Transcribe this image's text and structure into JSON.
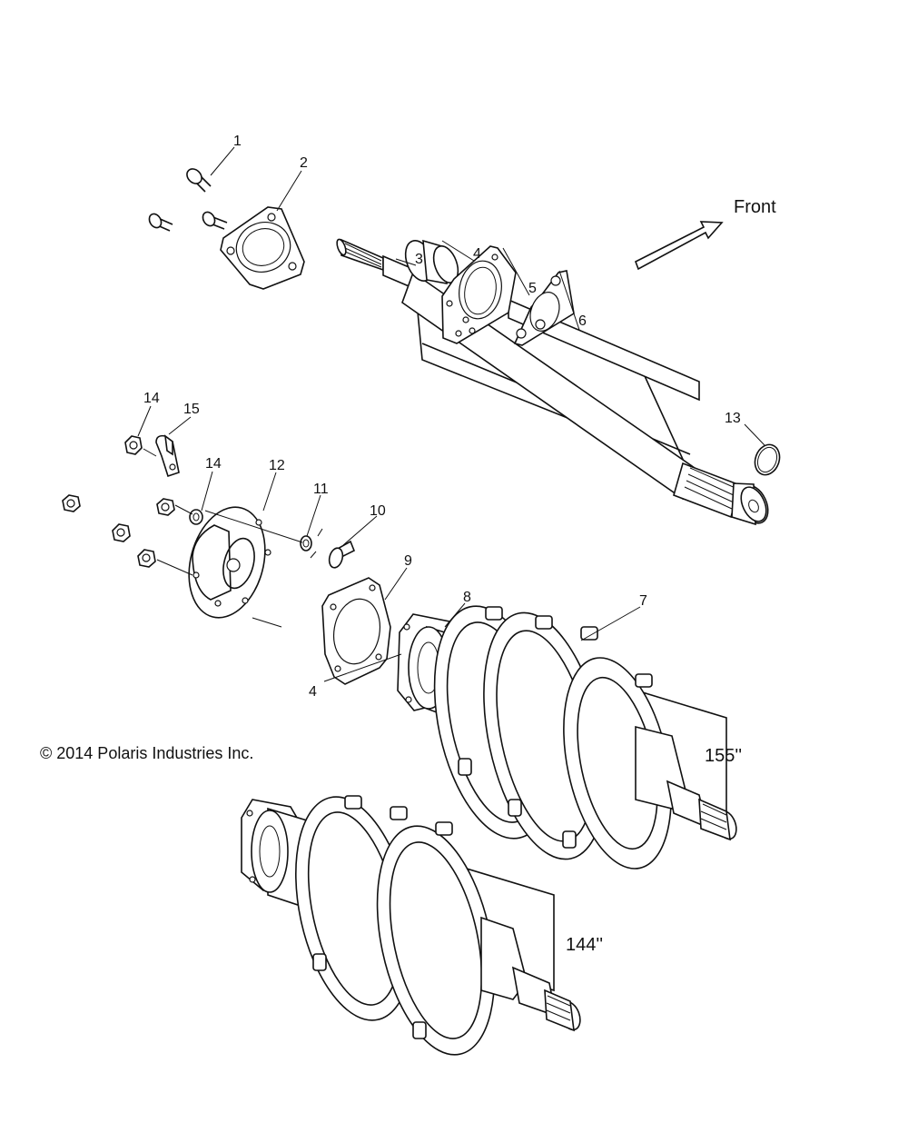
{
  "diagram": {
    "callouts": [
      {
        "id": "c1",
        "text": "1"
      },
      {
        "id": "c2",
        "text": "2"
      },
      {
        "id": "c3",
        "text": "3"
      },
      {
        "id": "c4a",
        "text": "4"
      },
      {
        "id": "c5",
        "text": "5"
      },
      {
        "id": "c6",
        "text": "6"
      },
      {
        "id": "c7",
        "text": "7"
      },
      {
        "id": "c8",
        "text": "8"
      },
      {
        "id": "c9",
        "text": "9"
      },
      {
        "id": "c10",
        "text": "10"
      },
      {
        "id": "c11",
        "text": "11"
      },
      {
        "id": "c12",
        "text": "12"
      },
      {
        "id": "c13",
        "text": "13"
      },
      {
        "id": "c14a",
        "text": "14"
      },
      {
        "id": "c14b",
        "text": "14"
      },
      {
        "id": "c15",
        "text": "15"
      },
      {
        "id": "c4b",
        "text": "4"
      }
    ],
    "direction_label": "Front",
    "variant_155": "155''",
    "variant_144": "144''",
    "copyright": "© 2014 Polaris Industries Inc."
  }
}
